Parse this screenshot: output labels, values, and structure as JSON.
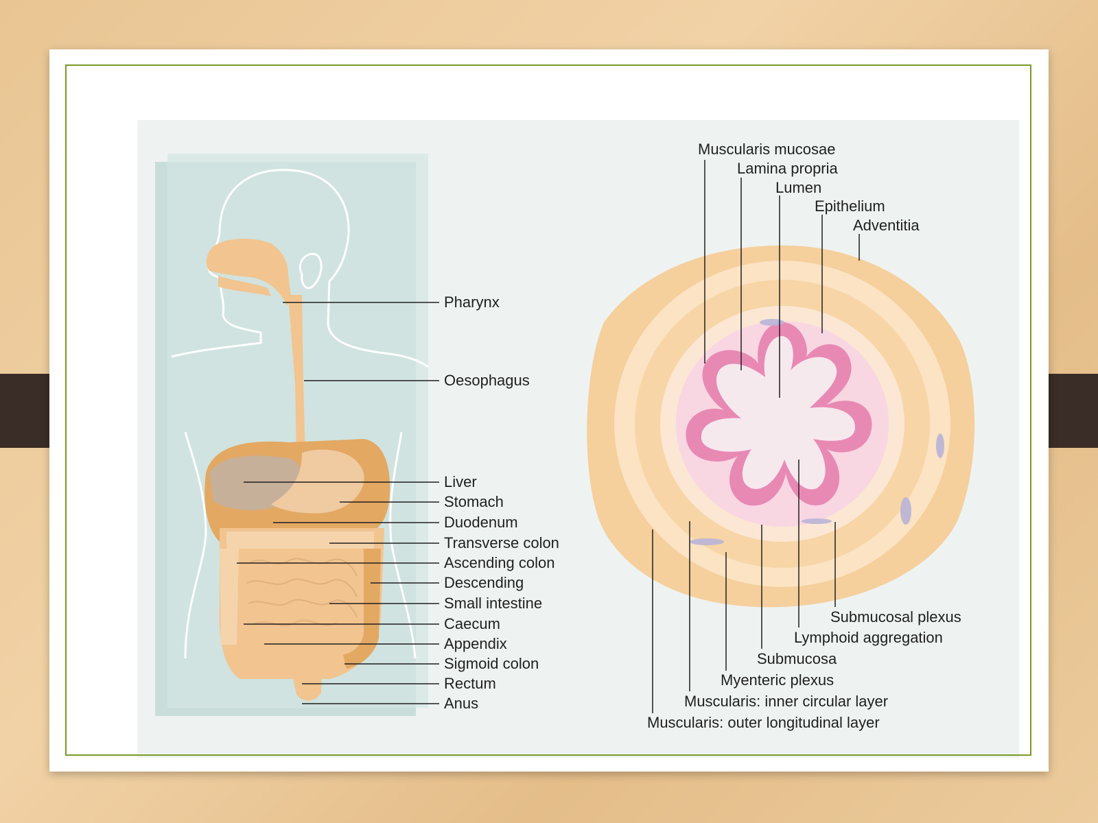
{
  "left_panel": {
    "labels": [
      "Pharynx",
      "Oesophagus",
      "Liver",
      "Stomach",
      "Duodenum",
      "Transverse colon",
      "Ascending colon",
      "Descending",
      "Small intestine",
      "Caecum",
      "Appendix",
      "Sigmoid colon",
      "Rectum",
      "Anus"
    ]
  },
  "right_panel": {
    "top_labels": [
      "Muscularis mucosae",
      "Lamina propria",
      "Lumen",
      "Epithelium",
      "Adventitia"
    ],
    "bottom_labels": [
      "Submucosal plexus",
      "Lymphoid aggregation",
      "Submucosa",
      "Myenteric plexus",
      "Muscularis: inner circular layer",
      "Muscularis: outer longitudinal layer"
    ]
  },
  "colors": {
    "panel_teal": "#c9dedb",
    "organ_orange": "#f2c48f",
    "organ_dark": "#e3a862",
    "liver": "#c7b09a",
    "mucosa_pink": "#e889b4",
    "frame_green": "#7a9a25"
  }
}
